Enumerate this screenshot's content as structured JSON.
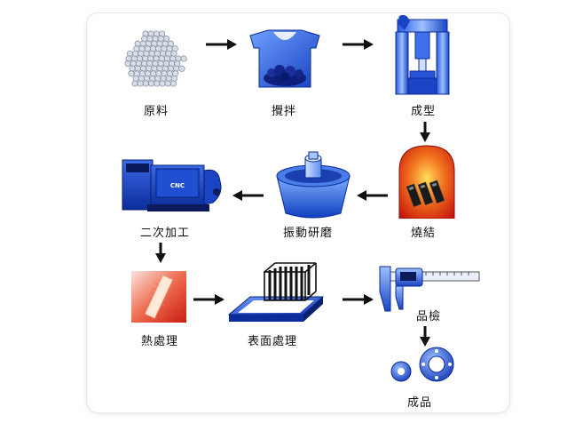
{
  "diagram": {
    "steps": [
      {
        "id": "raw",
        "label": "原料"
      },
      {
        "id": "mix",
        "label": "攪拌"
      },
      {
        "id": "form",
        "label": "成型"
      },
      {
        "id": "sinter",
        "label": "燒結"
      },
      {
        "id": "vibration",
        "label": "振動研磨"
      },
      {
        "id": "secondary",
        "label": "二次加工"
      },
      {
        "id": "heat",
        "label": "熱處理"
      },
      {
        "id": "surface",
        "label": "表面處理"
      },
      {
        "id": "inspect",
        "label": "品檢"
      },
      {
        "id": "product",
        "label": "成品"
      }
    ],
    "cnc_text": "CNC",
    "colors": {
      "blue": "#1a4fd6",
      "dark_blue": "#0c2c9a",
      "red": "#d8261c",
      "arrow": "#111111"
    }
  }
}
